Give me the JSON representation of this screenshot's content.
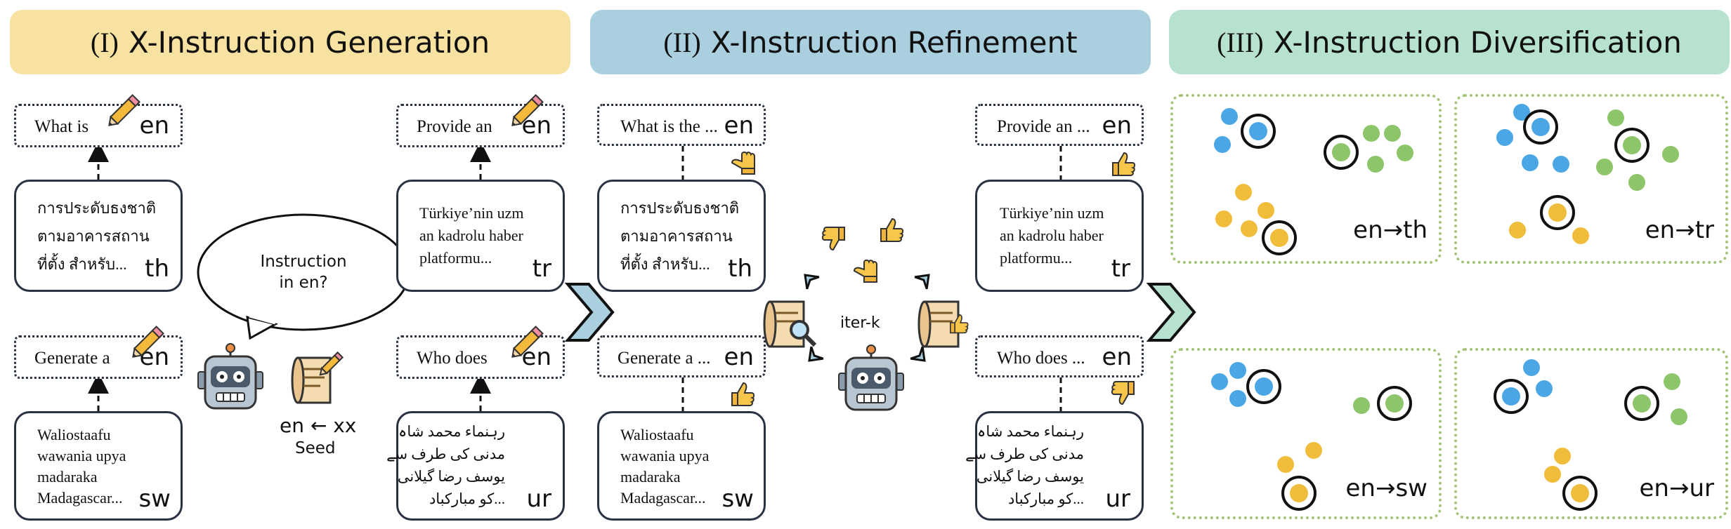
{
  "banners": {
    "gen": {
      "roman": "(I)",
      "title": "X-Instruction Generation",
      "color": "#f8e2a2"
    },
    "ref": {
      "roman": "(II)",
      "title": "X-Instruction Refinement",
      "color": "#aacfdf"
    },
    "div": {
      "roman": "(III)",
      "title": "X-Instruction Diversification",
      "color": "#b7e2cf"
    }
  },
  "generation": {
    "q1": {
      "text": "What is",
      "lang": "en"
    },
    "r1": {
      "lines": [
        "การประดับธงชาติ",
        "ตามอาคารสถาน",
        "ที่ตั้ง สำหรับ..."
      ],
      "lang": "th"
    },
    "q2": {
      "text": "Generate a",
      "lang": "en"
    },
    "r2": {
      "lines": [
        "Waliostaafu",
        "wawania upya",
        "madaraka",
        "Madagascar..."
      ],
      "lang": "sw"
    },
    "q3": {
      "text": "Provide an",
      "lang": "en"
    },
    "r3": {
      "lines": [
        "Türkiye’nin uzm",
        "an kadrolu haber",
        "platformu..."
      ],
      "lang": "tr"
    },
    "q4": {
      "text": "Who does",
      "lang": "en"
    },
    "r4": {
      "lines": [
        "رہنماء محمد شاہ",
        "مدنی کی طرف سے",
        "یوسف رضا گیلانی",
        "...کو مبارکباد"
      ],
      "lang": "ur"
    },
    "bubble": [
      "Instruction",
      "in en?"
    ],
    "seed": {
      "pair": "en ← xx",
      "label": "Seed"
    }
  },
  "refinement": {
    "q1": {
      "text": "What is the ...",
      "lang": "en"
    },
    "r1": {
      "lines": [
        "การประดับธงชาติ",
        "ตามอาคารสถาน",
        "ที่ตั้ง สำหรับ..."
      ],
      "lang": "th"
    },
    "q2": {
      "text": "Generate a ...",
      "lang": "en"
    },
    "r2": {
      "lines": [
        "Waliostaafu",
        "wawania upya",
        "madaraka",
        "Madagascar..."
      ],
      "lang": "sw"
    },
    "q3": {
      "text": "Provide an ...",
      "lang": "en"
    },
    "r3": {
      "lines": [
        "Türkiye’nin uzm",
        "an kadrolu haber",
        "platformu..."
      ],
      "lang": "tr"
    },
    "q4": {
      "text": "Who does ...",
      "lang": "en"
    },
    "r4": {
      "lines": [
        "رہنماء محمد شاہ",
        "مدنی کی طرف سے",
        "یوسف رضا گیلانی",
        "...کو مبارکباد"
      ],
      "lang": "ur"
    },
    "iter": "iter-k"
  },
  "diversification": {
    "pairs": [
      "en→th",
      "en→tr",
      "en→sw",
      "en→ur"
    ],
    "colors": {
      "blue": "#4aa6e4",
      "green": "#8cc56a",
      "yellow": "#f0bd3a"
    }
  }
}
